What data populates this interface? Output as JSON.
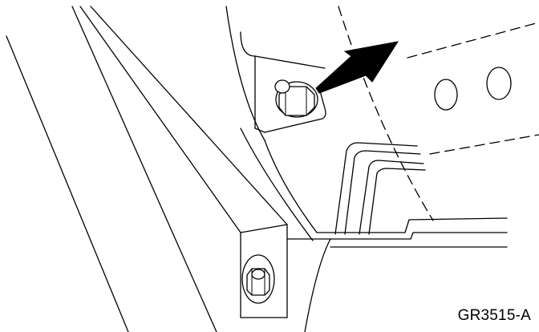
{
  "figure": {
    "code": "GR3515-A"
  },
  "colors": {
    "line": "#000000",
    "background": "#ffffff"
  },
  "parts": {
    "arrow": "callout-arrow",
    "bolt_upper": "hex-bolt",
    "bolt_lower": "hex-bolt"
  }
}
